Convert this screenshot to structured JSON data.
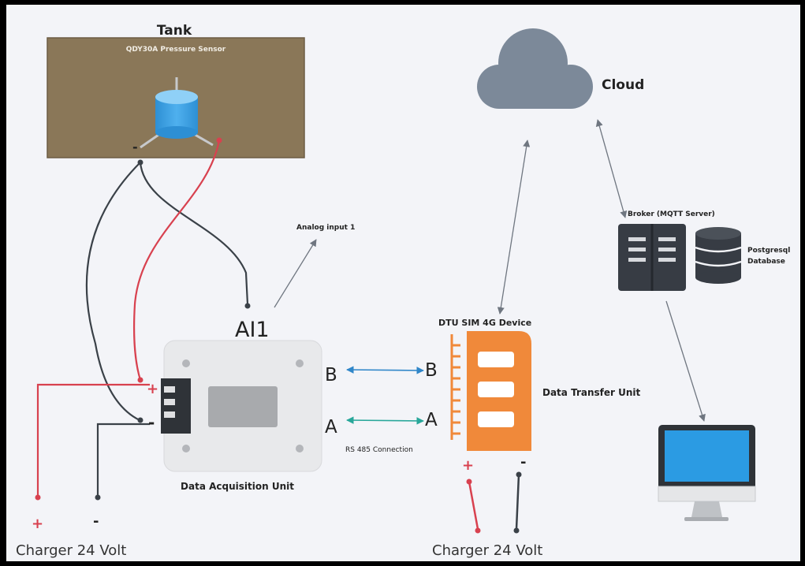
{
  "tank": {
    "title": "Tank",
    "sensor_label": "QDY30A Pressure Sensor",
    "minus": "-"
  },
  "cloud": {
    "label": "Cloud"
  },
  "broker": {
    "label": "Broker (MQTT Server)"
  },
  "database": {
    "line1": "Postgresql",
    "line2": "Database"
  },
  "analog": {
    "label": "Analog input 1"
  },
  "daq": {
    "input_label": "AI1",
    "plus": "+",
    "minus": "-",
    "title": "Data Acquisition Unit"
  },
  "rs485": {
    "b_left": "B",
    "b_right": "B",
    "a_left": "A",
    "a_right": "A",
    "label": "RS 485 Connection"
  },
  "dtu": {
    "title": "DTU SIM 4G Device",
    "subtitle": "Data Transfer Unit",
    "plus": "+",
    "minus": "-"
  },
  "charger_left": {
    "plus": "+",
    "minus": "-",
    "label": "Charger 24 Volt"
  },
  "charger_right": {
    "label": "Charger 24 Volt"
  },
  "colors": {
    "red_wire": "#d8414f",
    "dark_wire": "#3a4148",
    "blue_link": "#2f86c9",
    "teal_link": "#28a79a",
    "tank_brown": "#8a7758",
    "dtu_orange": "#f0893a",
    "cloud_gray": "#7c8999",
    "server_dark": "#373c44",
    "monitor_blue": "#2b9be3"
  }
}
